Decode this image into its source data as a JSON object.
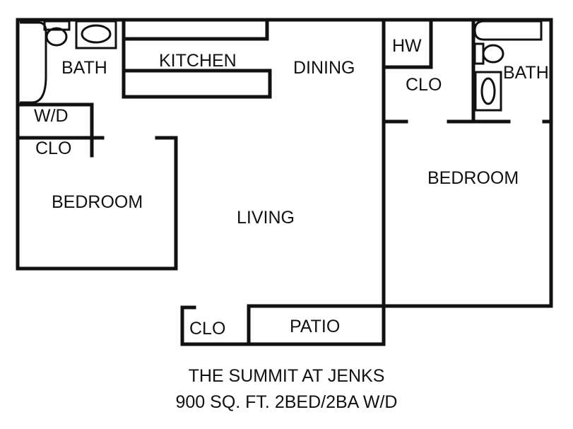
{
  "rooms": {
    "bath_left": "BATH",
    "kitchen": "KITCHEN",
    "dining": "DINING",
    "hw": "HW",
    "clo_top_right": "CLO",
    "bath_right": "BATH",
    "wd": "W/D",
    "clo_left": "CLO",
    "bedroom_left": "BEDROOM",
    "living": "LIVING",
    "bedroom_right": "BEDROOM",
    "clo_bottom": "CLO",
    "patio": "PATIO"
  },
  "caption": {
    "line1": "THE SUMMIT AT JENKS",
    "line2": "900 SQ. FT. 2BED/2BA W/D"
  }
}
